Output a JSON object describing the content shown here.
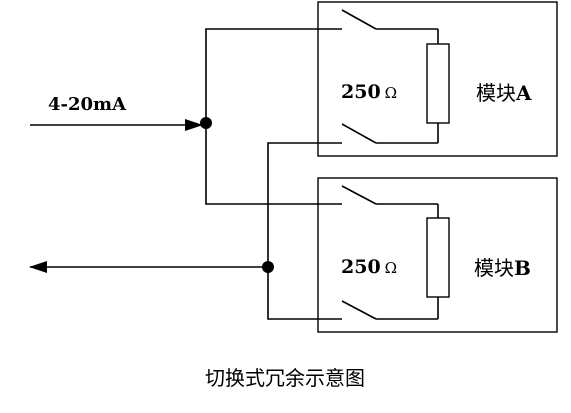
{
  "input_signal": "4-20mA",
  "module_a": {
    "name": "模块A",
    "name_prefix": "模块",
    "name_suffix": "A",
    "resistor_value": "250",
    "resistor_unit": "Ω"
  },
  "module_b": {
    "name": "模块B",
    "name_prefix": "模块",
    "name_suffix": "B",
    "resistor_value": "250",
    "resistor_unit": "Ω"
  },
  "caption": "切换式冗余示意图"
}
